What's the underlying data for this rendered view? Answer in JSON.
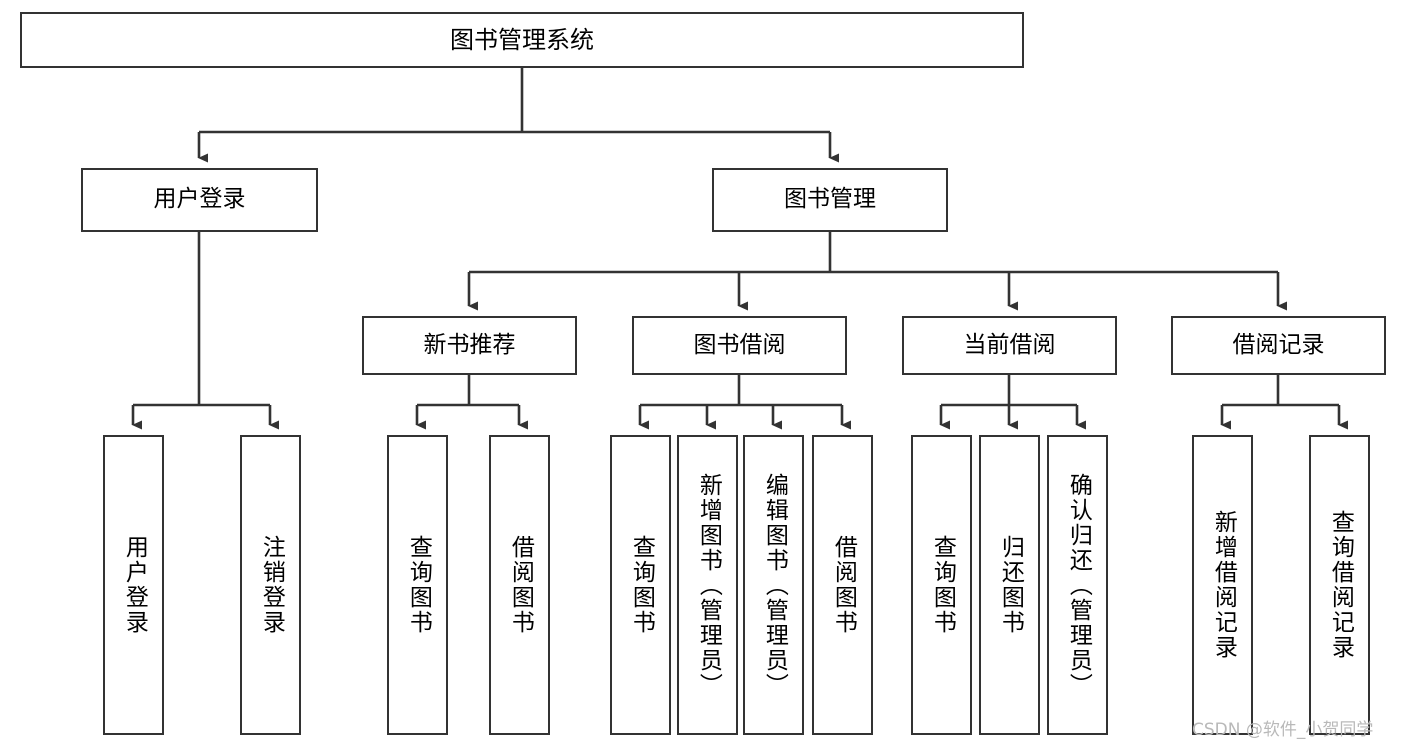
{
  "diagram": {
    "title": "图书管理系统",
    "type": "tree-hierarchy",
    "background_color": "#ffffff",
    "line_color": "#333333",
    "text_color": "#000000",
    "watermark": "CSDN @软件_小贺同学"
  },
  "nodes": {
    "root": {
      "label": "图书管理系统"
    },
    "level1": [
      {
        "label": "用户登录"
      },
      {
        "label": "图书管理"
      }
    ],
    "level2": [
      {
        "label": "新书推荐"
      },
      {
        "label": "图书借阅"
      },
      {
        "label": "当前借阅"
      },
      {
        "label": "借阅记录"
      }
    ],
    "leaves": {
      "user_login": [
        {
          "label": "用户登录"
        },
        {
          "label": "注销登录"
        }
      ],
      "new_book_recommend": [
        {
          "label": "查询图书"
        },
        {
          "label": "借阅图书"
        }
      ],
      "book_borrow": [
        {
          "label": "查询图书"
        },
        {
          "label": "新增图书（管理员）"
        },
        {
          "label": "编辑图书（管理员）"
        },
        {
          "label": "借阅图书"
        }
      ],
      "current_borrow": [
        {
          "label": "查询图书"
        },
        {
          "label": "归还图书"
        },
        {
          "label": "确认归还（管理员）"
        }
      ],
      "borrow_record": [
        {
          "label": "新增借阅记录"
        },
        {
          "label": "查询借阅记录"
        }
      ]
    }
  }
}
